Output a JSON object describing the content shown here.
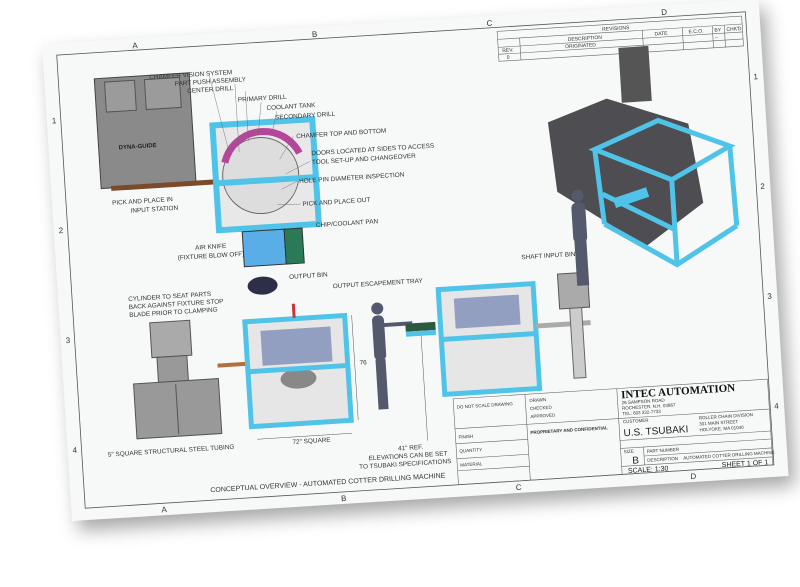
{
  "border": {
    "columns": [
      "A",
      "B",
      "C",
      "D"
    ],
    "rows": [
      "1",
      "2",
      "3",
      "4"
    ]
  },
  "revisions": {
    "title": "REVISIONS",
    "headers": [
      "REV.",
      "DESCRIPTION",
      "DATE",
      "E.C.O.",
      "BY",
      "CHK'D"
    ],
    "rows": [
      [
        "0",
        "ORIGINATED",
        "",
        "",
        "--",
        ""
      ]
    ]
  },
  "top_view": {
    "labels": [
      "CHAMFER VISION SYSTEM",
      "PART PUSH ASSEMBLY",
      "CENTER DRILL",
      "PRIMARY DRILL",
      "COOLANT TANK",
      "SECONDARY DRILL",
      "CHAMFER TOP AND BOTTOM",
      "DOORS LOCATED AT SIDES TO ACCESS",
      "TOOL SET-UP AND CHANGEOVER",
      "HOLE PIN DIAMETER INSPECTION",
      "PICK AND PLACE OUT",
      "CHIP/COOLANT PAN",
      "OUTPUT BIN",
      "PICK AND PLACE IN",
      "INPUT STATION",
      "AIR KNIFE",
      "(FIXTURE BLOW OFF)"
    ],
    "feeder_brand": "DYNA-GUIDE"
  },
  "front_view": {
    "labels": [
      "CYLINDER TO SEAT PARTS",
      "BACK AGAINST FIXTURE STOP",
      "BLADE PRIOR TO CLAMPING",
      "OUTPUT ESCAPEMENT TRAY",
      "SHAFT INPUT BIN",
      "5\" SQUARE STRUCTURAL STEEL TUBING",
      "72\" SQUARE",
      "76",
      "41\" REF.",
      "ELEVATIONS CAN BE SET",
      "TO TSUBAKI SPECIFICATIONS"
    ]
  },
  "drawing_title": "CONCEPTUAL OVERVIEW - AUTOMATED COTTER DRILLING MACHINE",
  "title_block": {
    "company": "INTEC AUTOMATION",
    "company_address": [
      "26 SAMPSON ROAD",
      "ROCHESTER, N.H. 03867",
      "TEL: 603 332-7733"
    ],
    "customer_label": "CUSTOMER",
    "customer": "U.S. TSUBAKI",
    "customer_address": [
      "ROLLER CHAIN DIVISION",
      "301 MAIN STREET",
      "HOLYOKE, MA 01040"
    ],
    "size_label": "SIZE",
    "size": "B",
    "part_number_label": "PART NUMBER",
    "description_label": "DESCRIPTION",
    "description": "AUTOMATED COTTER DRILLING MACHINE",
    "scale": "SCALE: 1:30",
    "sheet": "SHEET 1 OF 1",
    "approvals": [
      "DO NOT SCALE DRAWING",
      "DRAWN",
      "CHECKED",
      "APPROVED",
      "FINISH",
      "QUANTITY",
      "MATERIAL"
    ],
    "proprietary": "PROPRIETARY AND CONFIDENTIAL"
  },
  "colors": {
    "frame": "#4fc3e8",
    "paper": "#f7f8f8",
    "ink": "#333333"
  }
}
